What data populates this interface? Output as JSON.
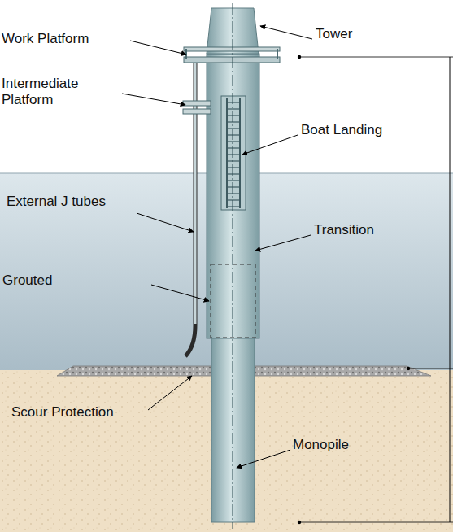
{
  "diagram": {
    "labels": [
      "Work Platform",
      "Tower",
      "Intermediate Platform",
      "Boat Landing",
      "External J tubes",
      "Transition",
      "Grouted",
      "Scour Protection",
      "Monopile"
    ]
  }
}
